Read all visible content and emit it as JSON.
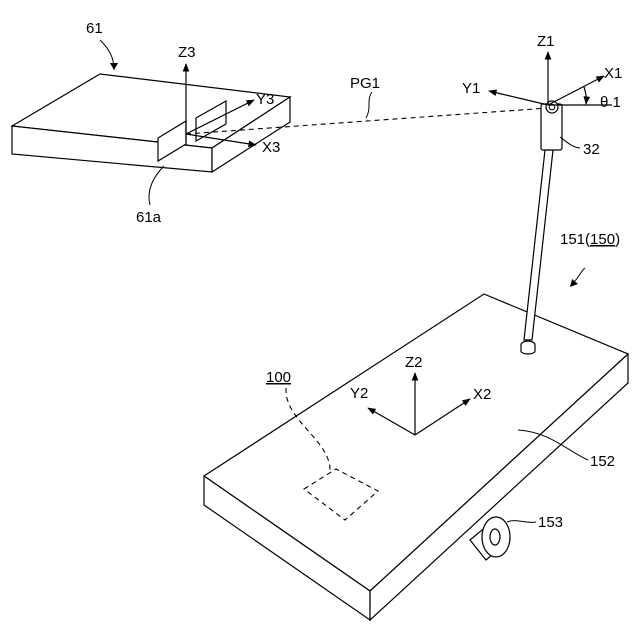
{
  "labels": {
    "device_ref": "61",
    "device_face_ref": "61a",
    "z3": "Z3",
    "y3": "Y3",
    "x3": "X3",
    "path_ref": "PG1",
    "z1": "Z1",
    "y1": "Y1",
    "x1": "X1",
    "theta1": "θ 1",
    "camera_ref": "32",
    "robot_ref_prefix": "151(",
    "robot_ref_underlined": "150",
    "robot_ref_suffix": ")",
    "z2": "Z2",
    "y2": "Y2",
    "x2": "X2",
    "target_ref": "100",
    "cart_ref": "152",
    "wheel_ref": "153"
  }
}
